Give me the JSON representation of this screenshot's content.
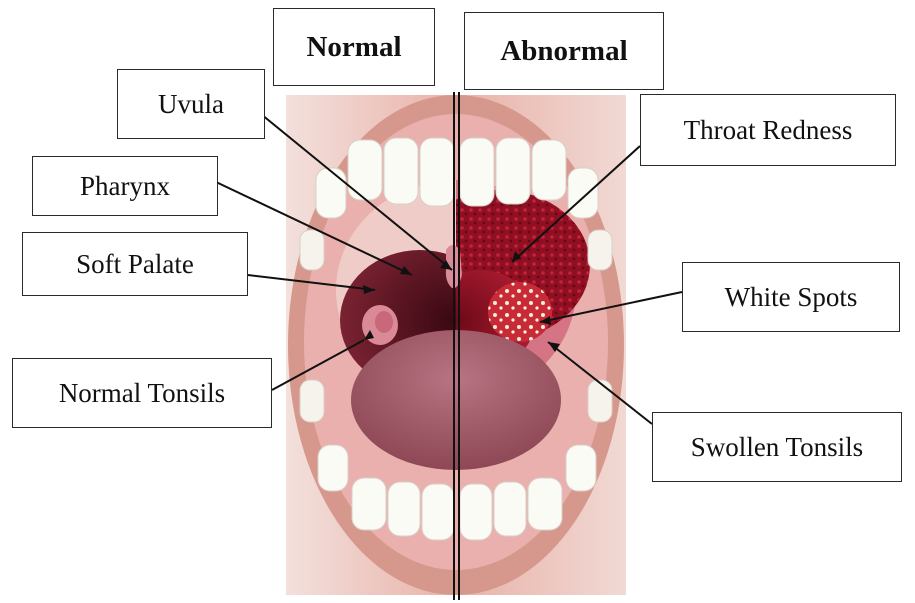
{
  "headers": {
    "normal": "Normal",
    "abnormal": "Abnormal"
  },
  "labels": {
    "uvula": "Uvula",
    "pharynx": "Pharynx",
    "soft_palate": "Soft Palate",
    "normal_tonsils": "Normal Tonsils",
    "throat_redness": "Throat Redness",
    "white_spots": "White Spots",
    "swollen_tonsils": "Swollen Tonsils"
  },
  "colors": {
    "lip": "#d9998c",
    "gum": "#e7a9a6",
    "throat_normal": "#5a1020",
    "throat_abnormal": "#9b1428",
    "tongue": "#9a5460",
    "tonsil_abnormal": "#c8303c",
    "line": "#111111"
  }
}
